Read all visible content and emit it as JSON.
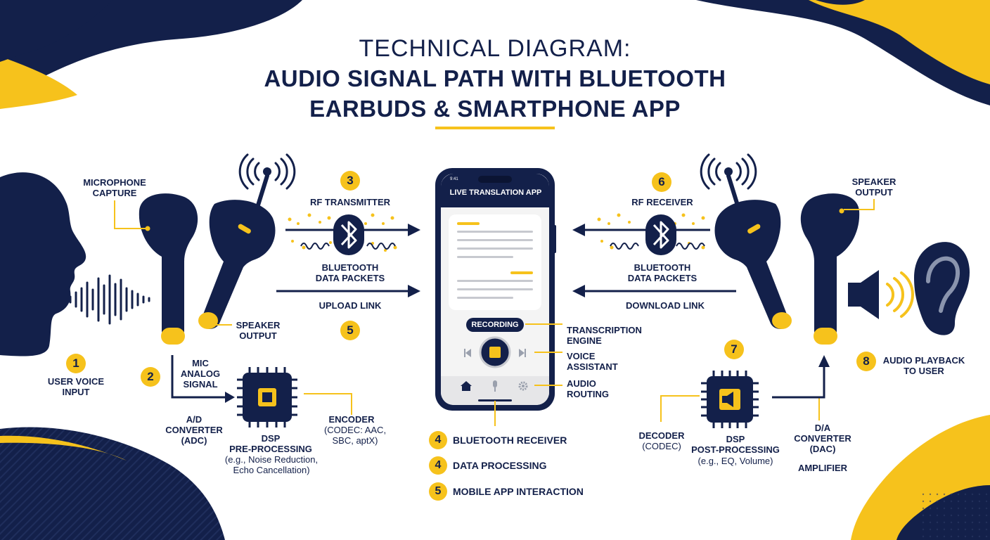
{
  "title": {
    "line1": "TECHNICAL DIAGRAM:",
    "line2": "AUDIO SIGNAL PATH WITH BLUETOOTH",
    "line3": "EARBUDS & SMARTPHONE APP"
  },
  "colors": {
    "navy": "#13204a",
    "yellow": "#f6c21c",
    "white": "#ffffff",
    "screen": "#f4f4f4"
  },
  "left": {
    "microphone_capture": [
      "MICROPHONE",
      "CAPTURE"
    ],
    "speaker_output": [
      "SPEAKER",
      "OUTPUT"
    ],
    "user_voice_input": [
      "USER VOICE",
      "INPUT"
    ],
    "mic_analog_signal": [
      "MIC",
      "ANALOG",
      "SIGNAL"
    ],
    "ad_converter": [
      "A/D",
      "CONVERTER",
      "(ADC)"
    ],
    "dsp": [
      "DSP",
      "PRE-PROCESSING"
    ],
    "dsp_detail": [
      "(e.g., Noise Reduction,",
      "Echo Cancellation)"
    ],
    "encoder": [
      "ENCODER"
    ],
    "encoder_detail": [
      "(CODEC: AAC,",
      "SBC, aptX)"
    ],
    "rf_transmitter": "RF TRANSMITTER",
    "bt_packets": [
      "BLUETOOTH",
      "DATA PACKETS"
    ],
    "upload_link": "UPLOAD LINK"
  },
  "right": {
    "rf_receiver": "RF RECEIVER",
    "bt_packets": [
      "BLUETOOTH",
      "DATA PACKETS"
    ],
    "download_link": "DOWNLOAD LINK",
    "speaker_output": [
      "SPEAKER",
      "OUTPUT"
    ],
    "audio_playback": [
      "AUDIO PLAYBACK",
      "TO USER"
    ],
    "decoder": [
      "DECODER",
      "(CODEC)"
    ],
    "dsp": [
      "DSP",
      "POST-PROCESSING"
    ],
    "dsp_detail": [
      "(e.g., EQ, Volume)"
    ],
    "da_converter": [
      "D/A",
      "CONVERTER",
      "(DAC)"
    ],
    "amplifier": "AMPLIFIER"
  },
  "phone": {
    "time": "9:41",
    "app_title": "LIVE TRANSLATION APP",
    "recording": "RECORDING",
    "transcription": [
      "TRANSCRIPTION",
      "ENGINE"
    ],
    "voice_assistant": [
      "VOICE",
      "ASSISTANT"
    ],
    "audio_routing": [
      "AUDIO",
      "ROUTING"
    ]
  },
  "badges": {
    "b1": "1",
    "b2": "2",
    "b3": "3",
    "b5": "5",
    "b6": "6",
    "b7": "7",
    "b8": "8"
  },
  "legend": [
    {
      "num": "4",
      "label": "BLUETOOTH RECEIVER"
    },
    {
      "num": "4",
      "label": "DATA PROCESSING"
    },
    {
      "num": "5",
      "label": "MOBILE APP INTERACTION"
    }
  ],
  "icons": [
    "bluetooth-icon",
    "signal-waves-icon",
    "chip-icon",
    "speaker-icon",
    "ear-icon",
    "home-icon",
    "mic-icon",
    "gear-icon",
    "play-prev-icon",
    "stop-icon",
    "play-next-icon",
    "head-silhouette-icon",
    "earbud-icon",
    "smartphone-icon"
  ]
}
